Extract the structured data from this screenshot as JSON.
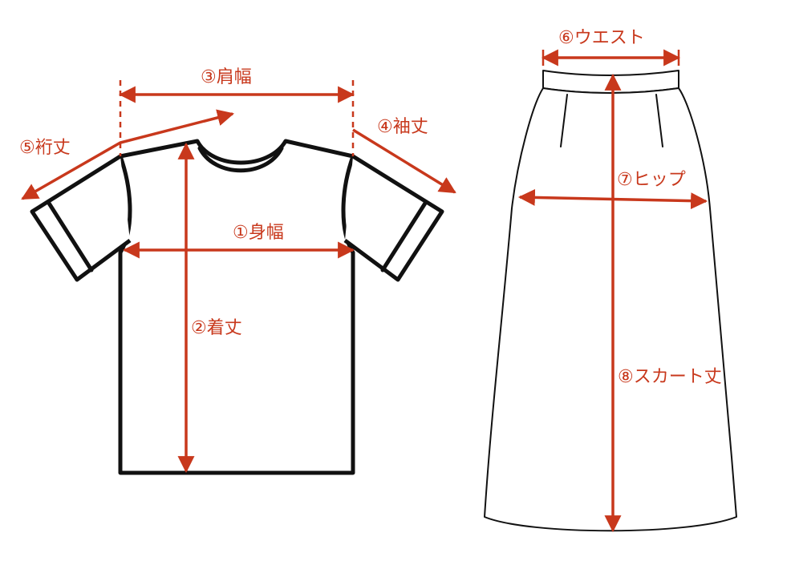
{
  "colors": {
    "accent": "#c8381c",
    "outline": "#111111",
    "background": "#ffffff"
  },
  "tshirt": {
    "body_width_label": "①身幅",
    "length_label": "②着丈",
    "shoulder_width_label": "③肩幅",
    "sleeve_length_label": "④袖丈",
    "yuki_length_label": "⑤裄丈"
  },
  "skirt": {
    "waist_label": "⑥ウエスト",
    "hip_label": "⑦ヒップ",
    "skirt_length_label": "⑧スカート丈"
  }
}
